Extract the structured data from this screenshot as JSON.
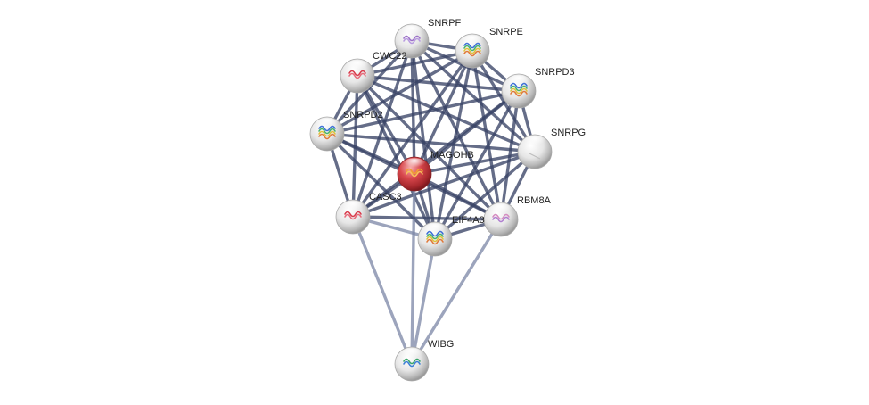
{
  "network": {
    "nodes": [
      {
        "id": "SNRPF",
        "label": "SNRPF",
        "query": false,
        "structure": "purple"
      },
      {
        "id": "SNRPE",
        "label": "SNRPE",
        "query": false,
        "structure": "rainbow"
      },
      {
        "id": "CWC22",
        "label": "CWC22",
        "query": false,
        "structure": "red"
      },
      {
        "id": "SNRPD3",
        "label": "SNRPD3",
        "query": false,
        "structure": "rainbow"
      },
      {
        "id": "SNRPD2",
        "label": "SNRPD2",
        "query": false,
        "structure": "rainbow"
      },
      {
        "id": "SNRPG",
        "label": "SNRPG",
        "query": false,
        "structure": "none"
      },
      {
        "id": "MAGOHB",
        "label": "MAGOHB",
        "query": true,
        "structure": "orange"
      },
      {
        "id": "CASC3",
        "label": "CASC3",
        "query": false,
        "structure": "red"
      },
      {
        "id": "RBM8A",
        "label": "RBM8A",
        "query": false,
        "structure": "pink"
      },
      {
        "id": "EIF4A3",
        "label": "EIF4A3",
        "query": false,
        "structure": "rainbow"
      },
      {
        "id": "WIBG",
        "label": "WIBG",
        "query": false,
        "structure": "green"
      }
    ],
    "edges": [
      [
        "SNRPF",
        "SNRPE"
      ],
      [
        "SNRPF",
        "CWC22"
      ],
      [
        "SNRPF",
        "SNRPD3"
      ],
      [
        "SNRPF",
        "SNRPD2"
      ],
      [
        "SNRPF",
        "SNRPG"
      ],
      [
        "SNRPF",
        "MAGOHB"
      ],
      [
        "SNRPF",
        "CASC3"
      ],
      [
        "SNRPF",
        "RBM8A"
      ],
      [
        "SNRPF",
        "EIF4A3"
      ],
      [
        "SNRPE",
        "CWC22"
      ],
      [
        "SNRPE",
        "SNRPD3"
      ],
      [
        "SNRPE",
        "SNRPD2"
      ],
      [
        "SNRPE",
        "SNRPG"
      ],
      [
        "SNRPE",
        "MAGOHB"
      ],
      [
        "SNRPE",
        "CASC3"
      ],
      [
        "SNRPE",
        "RBM8A"
      ],
      [
        "SNRPE",
        "EIF4A3"
      ],
      [
        "CWC22",
        "SNRPD3"
      ],
      [
        "CWC22",
        "SNRPD2"
      ],
      [
        "CWC22",
        "SNRPG"
      ],
      [
        "CWC22",
        "MAGOHB"
      ],
      [
        "CWC22",
        "CASC3"
      ],
      [
        "CWC22",
        "RBM8A"
      ],
      [
        "CWC22",
        "EIF4A3"
      ],
      [
        "SNRPD3",
        "SNRPD2"
      ],
      [
        "SNRPD3",
        "SNRPG"
      ],
      [
        "SNRPD3",
        "MAGOHB"
      ],
      [
        "SNRPD3",
        "CASC3"
      ],
      [
        "SNRPD3",
        "RBM8A"
      ],
      [
        "SNRPD3",
        "EIF4A3"
      ],
      [
        "SNRPD2",
        "SNRPG"
      ],
      [
        "SNRPD2",
        "MAGOHB"
      ],
      [
        "SNRPD2",
        "CASC3"
      ],
      [
        "SNRPD2",
        "RBM8A"
      ],
      [
        "SNRPD2",
        "EIF4A3"
      ],
      [
        "SNRPG",
        "MAGOHB"
      ],
      [
        "SNRPG",
        "CASC3"
      ],
      [
        "SNRPG",
        "RBM8A"
      ],
      [
        "SNRPG",
        "EIF4A3"
      ],
      [
        "MAGOHB",
        "CASC3"
      ],
      [
        "MAGOHB",
        "RBM8A"
      ],
      [
        "MAGOHB",
        "EIF4A3"
      ],
      [
        "MAGOHB",
        "WIBG"
      ],
      [
        "CASC3",
        "RBM8A"
      ],
      [
        "CASC3",
        "EIF4A3"
      ],
      [
        "CASC3",
        "WIBG"
      ],
      [
        "RBM8A",
        "EIF4A3"
      ],
      [
        "RBM8A",
        "WIBG"
      ],
      [
        "EIF4A3",
        "WIBG"
      ]
    ],
    "colors": {
      "edge": "#3a4466",
      "node_ball": "#e2e2e2",
      "query_ball": "#c9363b"
    }
  }
}
